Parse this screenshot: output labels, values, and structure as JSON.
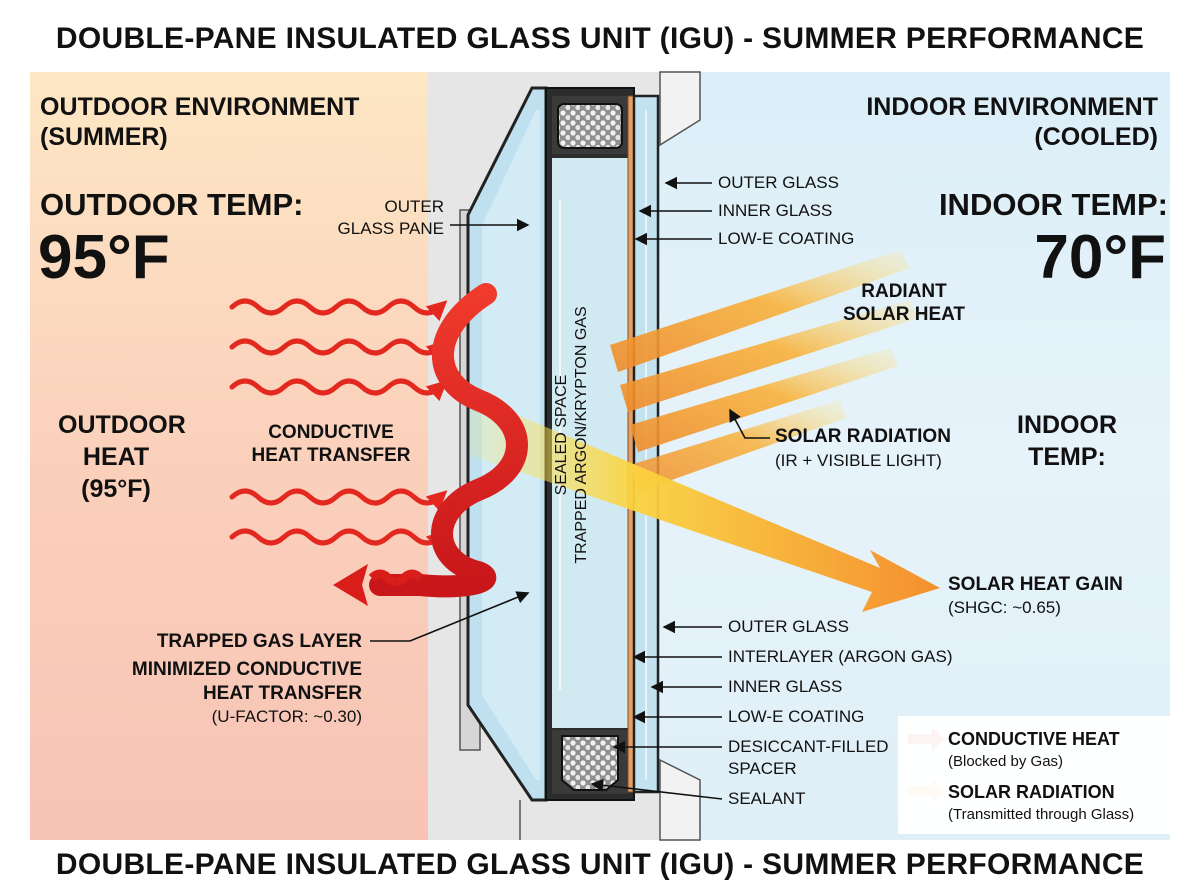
{
  "title_top": "DOUBLE-PANE INSULATED GLASS UNIT (IGU) - SUMMER PERFORMANCE",
  "title_bottom": "DOUBLE-PANE INSULATED GLASS UNIT (IGU) - SUMMER PERFORMANCE",
  "outdoor": {
    "env_line1": "OUTDOOR ENVIRONMENT",
    "env_line2": "(SUMMER)",
    "temp_label": "OUTDOOR TEMP:",
    "temp_value": "95°F",
    "heat_line1": "OUTDOOR",
    "heat_line2": "HEAT",
    "heat_line3": "(95°F)"
  },
  "indoor": {
    "env_line1": "INDOOR ENVIRONMENT",
    "env_line2": "(COOLED)",
    "temp_label": "INDOOR TEMP:",
    "temp_value": "70°F",
    "temp2_line1": "INDOOR",
    "temp2_line2": "TEMP:"
  },
  "labels": {
    "outer_glass_pane_1": "OUTER",
    "outer_glass_pane_2": "GLASS PANE",
    "top_outer_glass": "OUTER GLASS",
    "top_inner_glass": "INNER GLASS",
    "top_low_e": "LOW-E COATING",
    "radiant_1": "RADIANT",
    "radiant_2": "SOLAR HEAT",
    "conductive_1": "CONDUCTIVE",
    "conductive_2": "HEAT TRANSFER",
    "sealed_space": "SEALED SPACE",
    "trapped_gas": "TRAPPED ARGON/KRYPTON GAS",
    "solar_rad_1": "SOLAR RADIATION",
    "solar_rad_2": "(IR + VISIBLE LIGHT)",
    "shgc_1": "SOLAR HEAT GAIN",
    "shgc_2": "(SHGC: ~0.65)",
    "gas_layer": "TRAPPED GAS LAYER",
    "min_cond_1": "MINIMIZED CONDUCTIVE",
    "min_cond_2": "HEAT TRANSFER",
    "ufactor": "(U-FACTOR: ~0.30)",
    "bot_outer_glass": "OUTER GLASS",
    "bot_interlayer": "INTERLAYER (ARGON GAS)",
    "bot_inner_glass": "INNER GLASS",
    "bot_low_e": "LOW-E COATING",
    "desiccant_1": "DESICCANT-FILLED",
    "desiccant_2": "SPACER",
    "sealant": "SEALANT"
  },
  "legend": {
    "conductive_title": "CONDUCTIVE HEAT",
    "conductive_sub": "(Blocked by Gas)",
    "solar_title": "SOLAR RADIATION",
    "solar_sub": "(Transmitted through Glass)"
  },
  "colors": {
    "heat_red": "#e0261e",
    "solar_orange": "#f59a2b",
    "solar_yellow": "#fcd84a",
    "glass_blue": "#b8dcea",
    "frame_dark": "#2b2b2b"
  }
}
